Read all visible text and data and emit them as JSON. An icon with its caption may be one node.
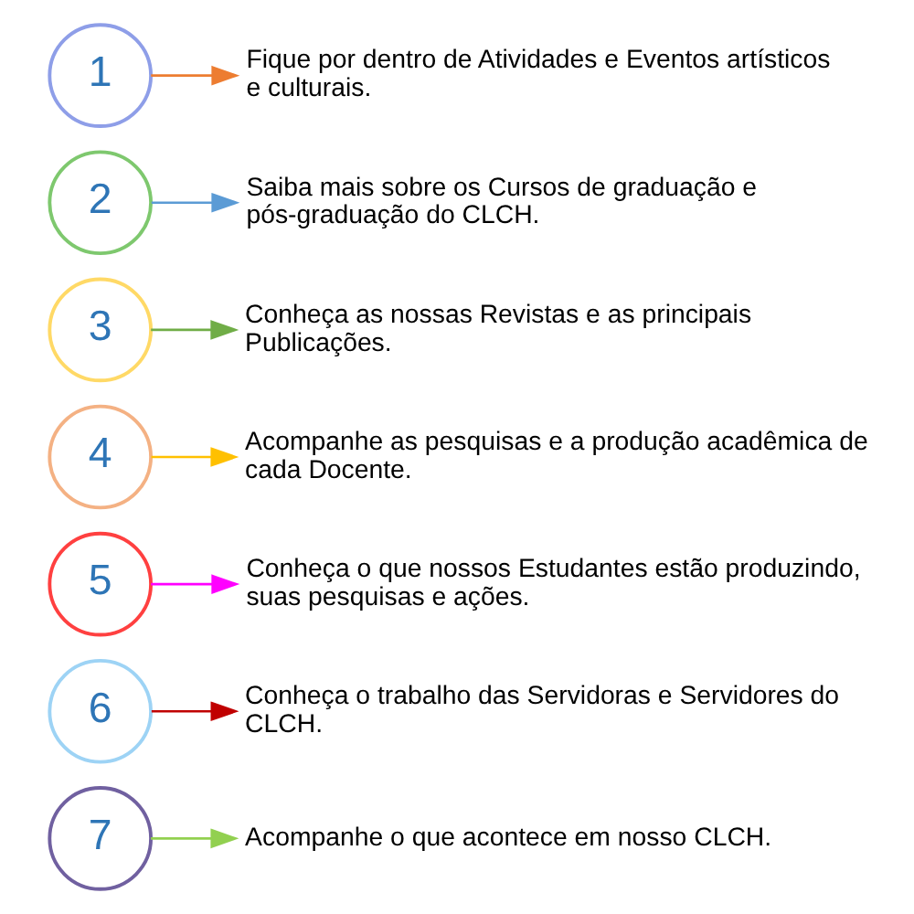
{
  "diagram": {
    "nodes": [
      {
        "text": [
          "1"
        ]
      },
      {
        "text": [
          "Fique por dentro de Atividades e Eventos artísticos e culturais."
        ]
      },
      {
        "text": [
          "2"
        ]
      },
      {
        "text": [
          "Saiba mais sobre os Cursos de graduação e pós-graduação do CLCH."
        ]
      },
      {
        "text": [
          "3"
        ]
      },
      {
        "text": [
          "Conheça as nossas Revistas e as principais Publicações."
        ]
      },
      {
        "text": [
          "4"
        ]
      },
      {
        "text": [
          "Acompanhe as pesquisas e a produção acadêmica de cada Docente."
        ]
      },
      {
        "text": [
          "5"
        ]
      },
      {
        "text": [
          "Conheça o que nossos Estudantes estão produzindo, suas pesquisas e ações."
        ]
      },
      {
        "text": [
          "6"
        ]
      },
      {
        "text": [
          "Conheça o trabalho das Servidoras e Servidores do CLCH."
        ]
      },
      {
        "text": [
          "7"
        ]
      },
      {
        "text": [
          "Acompanhe o que acontece em nosso CLCH."
        ]
      }
    ],
    "edges": [
      {
        "from": 0,
        "to": 1,
        "arrow": "to",
        "color": "#ed7d31"
      },
      {
        "from": 2,
        "to": 3,
        "arrow": "to",
        "color": "#5b9bd5"
      },
      {
        "from": 4,
        "to": 5,
        "arrow": "to",
        "color": "#70ad47"
      },
      {
        "from": 6,
        "to": 7,
        "arrow": "to",
        "color": "#ffc000"
      },
      {
        "from": 8,
        "to": 9,
        "arrow": "to",
        "color": "#ff00ff"
      },
      {
        "from": 10,
        "to": 11,
        "arrow": "to",
        "color": "#c00000"
      },
      {
        "from": 12,
        "to": 13,
        "arrow": "to",
        "color": "#92d050"
      }
    ]
  }
}
